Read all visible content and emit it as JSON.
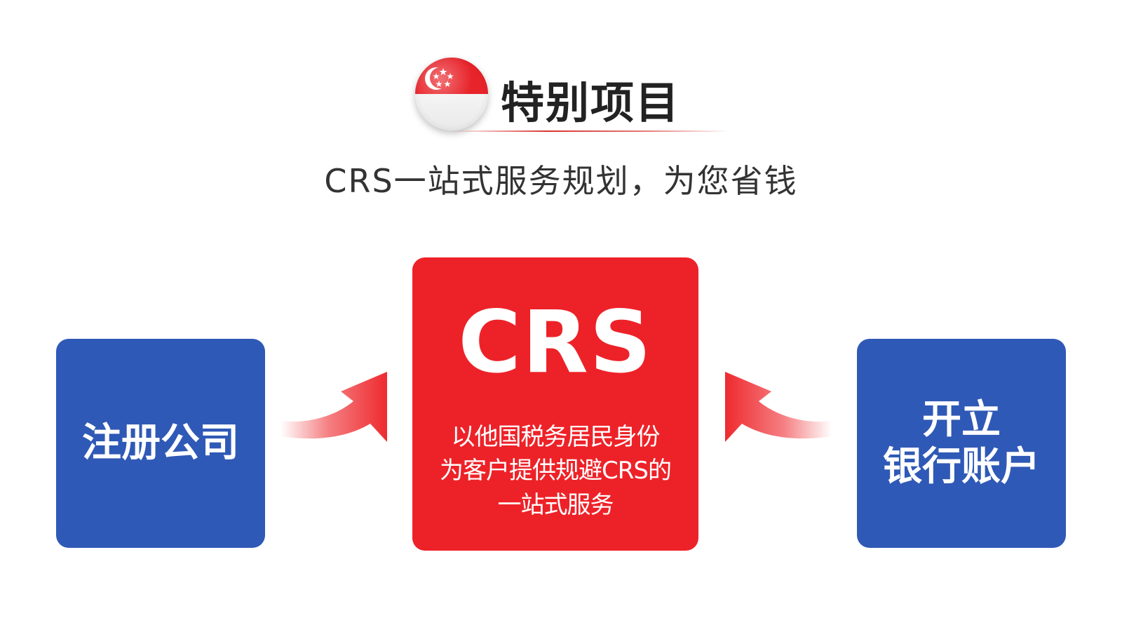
{
  "header": {
    "title": "特别项目",
    "flag_icon": "singapore-flag-icon"
  },
  "subtitle": "CRS一站式服务规划，为您省钱",
  "left_box": {
    "label": "注册公司"
  },
  "center_box": {
    "title": "CRS",
    "description_lines": [
      "以他国税务居民身份",
      "为客户提供规避CRS的",
      "一站式服务"
    ]
  },
  "right_box": {
    "label_lines": [
      "开立",
      "银行账户"
    ]
  },
  "colors": {
    "blue": "#2f59b6",
    "red": "#ed2228",
    "text_dark": "#222222"
  }
}
